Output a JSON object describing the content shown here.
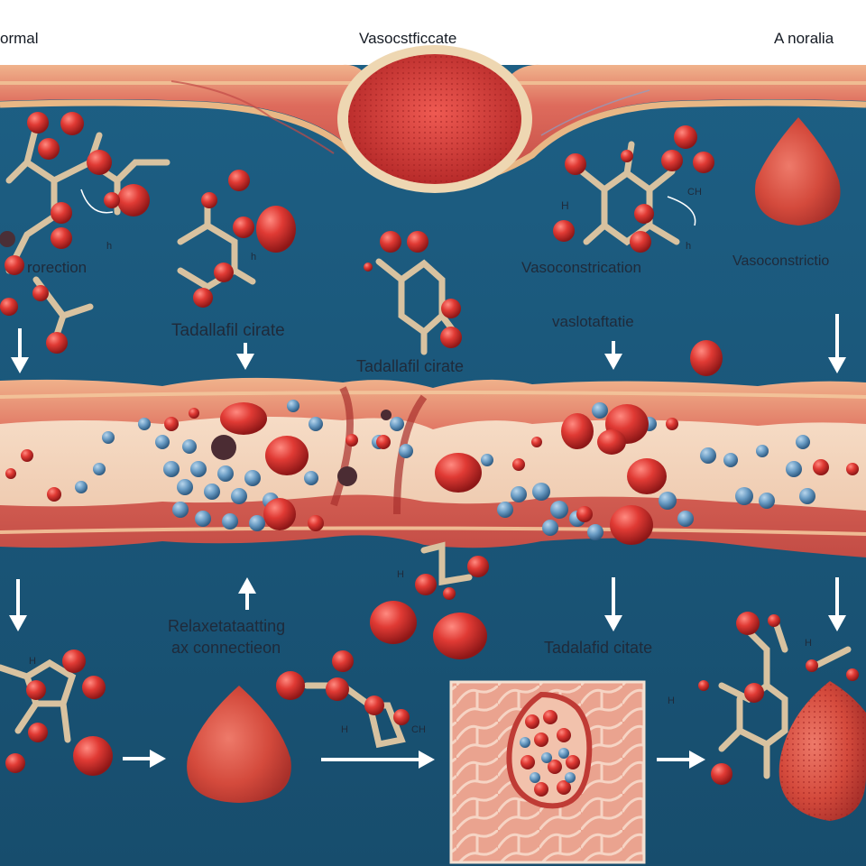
{
  "titles": {
    "left": "ormal",
    "center": "Vasocstficcate",
    "right": "A noralia"
  },
  "labels": {
    "rorection": "rorection",
    "tadalafil_1": "Tadallafil cirate",
    "tadalafil_2": "Tadallafil cirate",
    "vasoconstrication": "Vasoconstrication",
    "vasoconstrictio": "Vasoconstrictio",
    "vaslotaftatie": "vaslotaftatie",
    "relax_line1": "Relaxetataatting",
    "relax_line2": "ax connectieon",
    "tadalafid": "Tadalafid citate"
  },
  "small_text": {
    "h_top_left": "h",
    "h_top_mid": "h",
    "h_top_right_1": "H",
    "ch_top_right": "CH",
    "h_top_right_2": "h",
    "h_bottom_left": "H",
    "h_bottom_mid_1": "H",
    "h_bottom_mid_2": "H",
    "ch_bottom_mid": "CH",
    "h_bottom_right_1": "H",
    "h_bottom_right_2": "H"
  },
  "colors": {
    "background": "#1b5a7e",
    "cell_red": "#d8393a",
    "platelet_blue": "#5d8fb6",
    "vessel_wall": "#d9645a",
    "bond_tan": "#d8c2a0"
  }
}
